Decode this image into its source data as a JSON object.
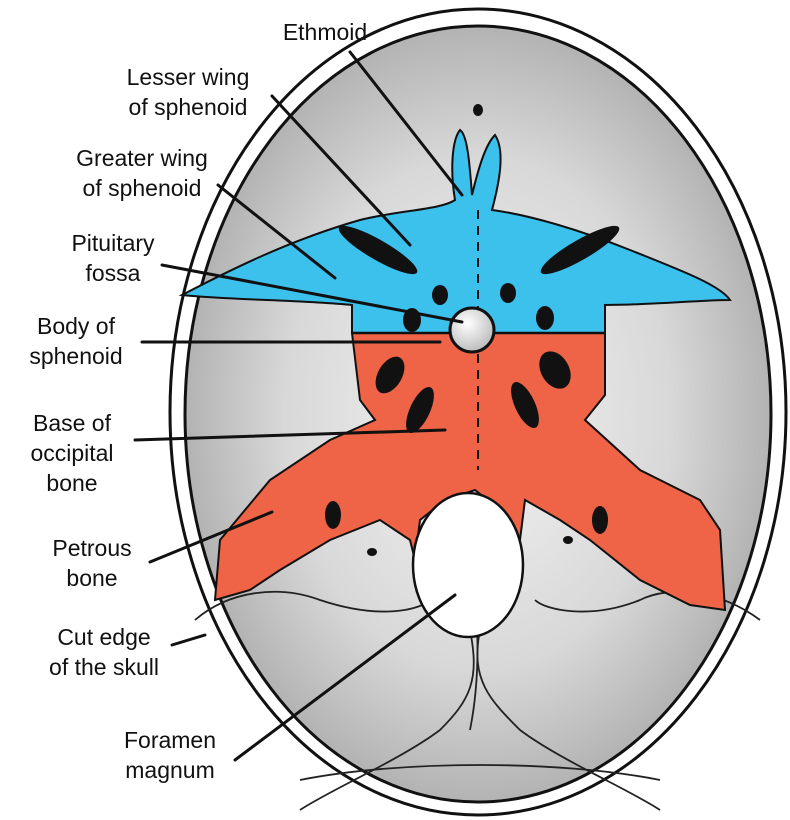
{
  "title": "Base of the skull",
  "colors": {
    "sphenoid": "#3cc0ec",
    "occipital_petrous": "#ef6347",
    "skull_gray": "#c8c8c8"
  },
  "labels": {
    "ethmoid": "Ethmoid",
    "lesser_wing_1": "Lesser wing",
    "lesser_wing_2": "of sphenoid",
    "greater_wing_1": "Greater wing",
    "greater_wing_2": "of sphenoid",
    "pituitary_1": "Pituitary",
    "pituitary_2": "fossa",
    "body_1": "Body of",
    "body_2": "sphenoid",
    "base_1": "Base of",
    "base_2": "occipital",
    "base_3": "bone",
    "petrous_1": "Petrous",
    "petrous_2": "bone",
    "cut_1": "Cut edge",
    "cut_2": "of the skull",
    "foramen_1": "Foramen",
    "foramen_2": "magnum"
  }
}
